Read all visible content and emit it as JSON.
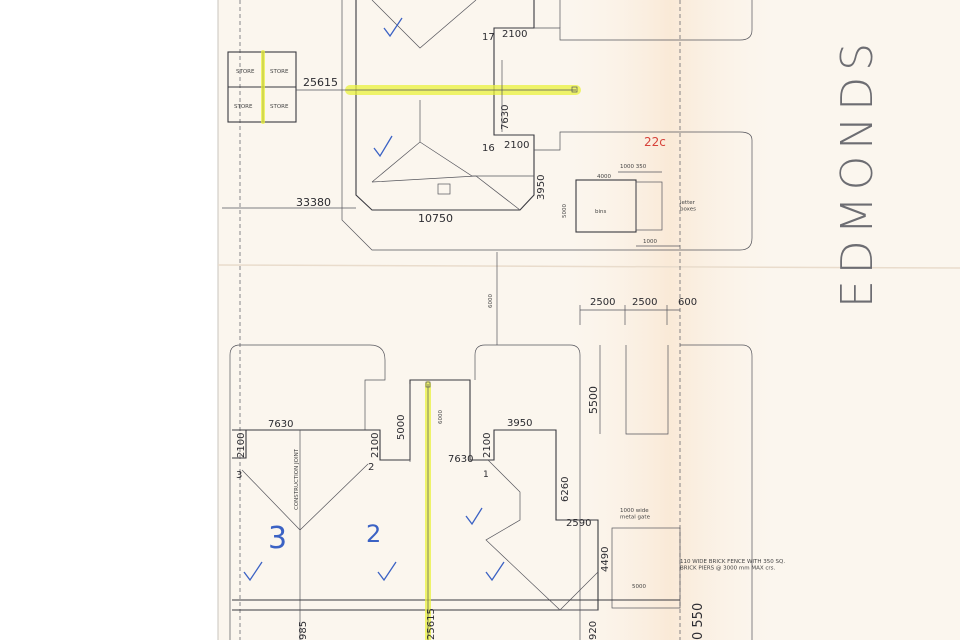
{
  "street_name": "EDMONDS",
  "store_labels": [
    "STORE",
    "STORE",
    "STORE",
    "STORE"
  ],
  "upper_dims": {
    "d25615": "25615",
    "d7630": "7630",
    "d2100_a": "2100",
    "d2100_b": "2100",
    "d3950": "3950",
    "d10750": "10750",
    "d33380": "33380",
    "unit17": "17",
    "unit16": "16"
  },
  "red_note": "22c",
  "bin_area": {
    "d1000_350": "1000  350",
    "d4000": "4000",
    "d5000": "5000",
    "d1000": "1000",
    "bins": "bins",
    "letter_boxes": "letter\nboxes"
  },
  "gap_dim": "6000",
  "parking_dims": {
    "d2500_a": "2500",
    "d2500_b": "2500",
    "d600": "600",
    "d5500": "5500"
  },
  "lower_dims": {
    "d7630_left": "7630",
    "d2100_left": "2100",
    "d2100_mid": "2100",
    "d5000": "5000",
    "d6000": "6000",
    "d7630_mid": "7630",
    "d3950": "3950",
    "d2100_right": "2100",
    "d6260": "6260",
    "d2590": "2590",
    "d4490": "4490",
    "d5000_right": "5000",
    "d985": "985",
    "d25615": "25615",
    "d920": "920",
    "d550": "0 550",
    "unit3": "3",
    "unit2": "2",
    "unit1": "1"
  },
  "construction_joint": "CONSTRUCTION JOINT",
  "gate_note": "1000 wide\nmetal gate",
  "fence_note": "110 WIDE BRICK FENCE WITH 350 SQ.\nBRICK PIERS @ 3000 mm MAX crs.",
  "handwritten_marks": {
    "three": "3",
    "two": "2"
  },
  "colors": {
    "highlight": "#e9f23c",
    "pen_blue": "#3b62c4",
    "pen_red": "#d7423a",
    "paper": "#fbf6ee"
  }
}
